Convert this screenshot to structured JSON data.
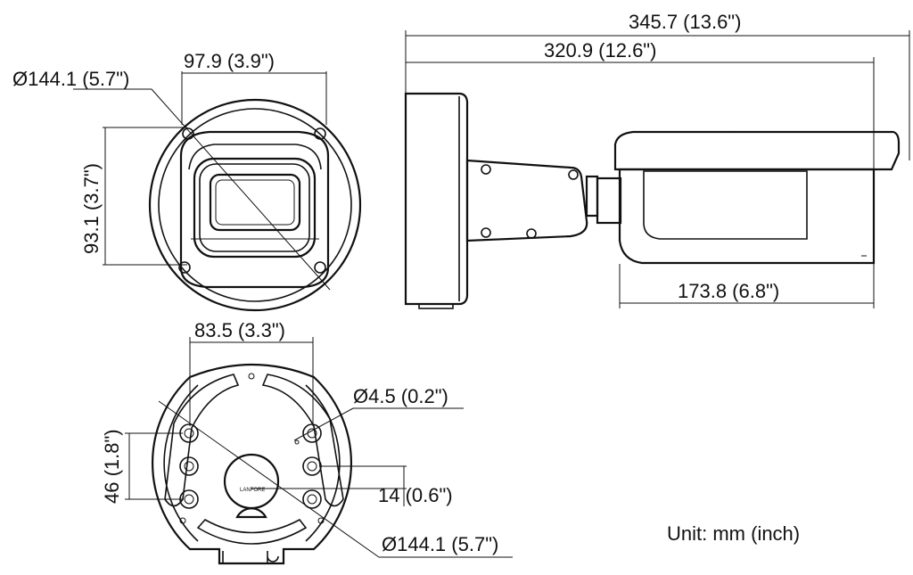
{
  "dimensions": {
    "total_length": "345.7 (13.6\")",
    "body_length": "320.9 (12.6\")",
    "front_width": "97.9 (3.9\")",
    "front_diameter": "Ø144.1 (5.7\")",
    "front_height": "93.1 (3.7\")",
    "base_length": "173.8 (6.8\")",
    "mount_hole_span": "83.5 (3.3\")",
    "hole_diameter": "Ø4.5 (0.2\")",
    "hole_vertical_span": "46 (1.8\")",
    "hole_offset": "14 (0.6\")",
    "base_diameter": "Ø144.1 (5.7\")"
  },
  "unit_note": "Unit: mm (inch)",
  "base_label": "LANFORE"
}
